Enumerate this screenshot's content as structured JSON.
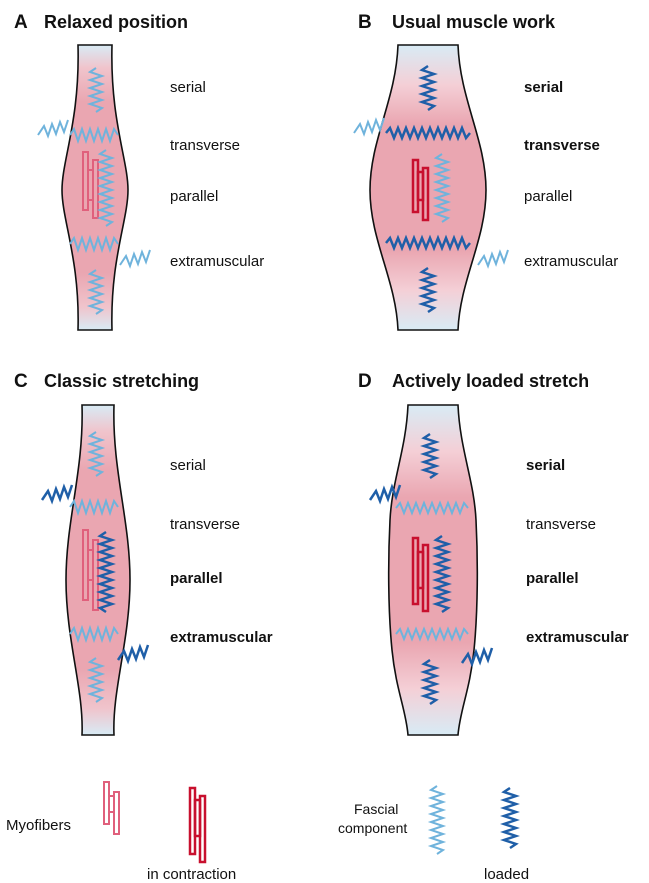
{
  "panels": [
    {
      "letter": "A",
      "title": "Relaxed position",
      "labels": [
        {
          "text": "serial",
          "bold": false
        },
        {
          "text": "transverse",
          "bold": false
        },
        {
          "text": "parallel",
          "bold": false
        },
        {
          "text": "extramuscular",
          "bold": false
        }
      ]
    },
    {
      "letter": "B",
      "title": "Usual muscle work",
      "labels": [
        {
          "text": "serial",
          "bold": true
        },
        {
          "text": "transverse",
          "bold": true
        },
        {
          "text": "parallel",
          "bold": false
        },
        {
          "text": "extramuscular",
          "bold": false
        }
      ]
    },
    {
      "letter": "C",
      "title": "Classic stretching",
      "labels": [
        {
          "text": "serial",
          "bold": false
        },
        {
          "text": "transverse",
          "bold": false
        },
        {
          "text": "parallel",
          "bold": true
        },
        {
          "text": "extramuscular",
          "bold": true
        }
      ]
    },
    {
      "letter": "D",
      "title": "Actively loaded stretch",
      "labels": [
        {
          "text": "serial",
          "bold": true
        },
        {
          "text": "transverse",
          "bold": false
        },
        {
          "text": "parallel",
          "bold": true
        },
        {
          "text": "extramuscular",
          "bold": true
        }
      ]
    }
  ],
  "legend": {
    "myofibers": "Myofibers",
    "in_contraction": "in contraction",
    "fascial_line1": "Fascial",
    "fascial_line2": "component",
    "loaded": "loaded"
  },
  "colors": {
    "muscle_fill": "#eaa6b1",
    "tendon_fill": "#d8ebf5",
    "outline": "#111111",
    "spring_light": "#6fb3dc",
    "spring_dark": "#1f5fa8",
    "fiber_light": "#e0607c",
    "fiber_dark": "#c8102e"
  }
}
